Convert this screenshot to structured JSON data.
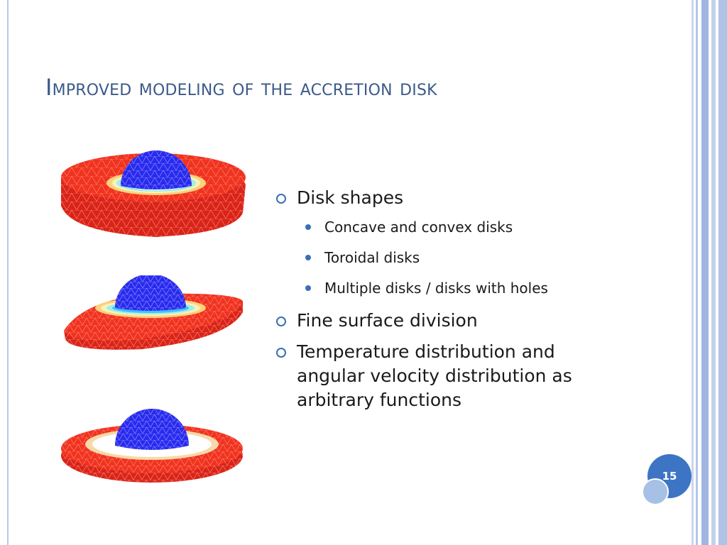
{
  "slide": {
    "title": "Improved modeling of the accretion disk",
    "page_number": "15"
  },
  "bullets": [
    {
      "text": "Disk shapes",
      "sub": [
        "Concave and convex disks",
        "Toroidal disks",
        "Multiple disks / disks with holes"
      ]
    },
    {
      "text": "Fine surface division",
      "sub": []
    },
    {
      "text": "Temperature distribution and angular velocity distribution as arbitrary functions",
      "sub": []
    }
  ],
  "colors": {
    "title": "#3b5a8a",
    "bullet_accent": "#3b6fb6",
    "disk_red": "#e82a1e",
    "star_blue": "#2a2aee"
  }
}
